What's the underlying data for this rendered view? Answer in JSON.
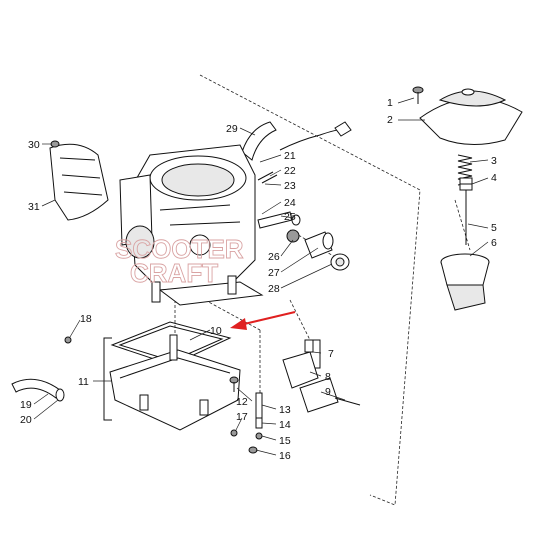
{
  "diagram": {
    "callouts": [
      {
        "id": "1",
        "label": "1"
      },
      {
        "id": "2",
        "label": "2"
      },
      {
        "id": "3",
        "label": "3"
      },
      {
        "id": "4",
        "label": "4"
      },
      {
        "id": "5",
        "label": "5"
      },
      {
        "id": "6",
        "label": "6"
      },
      {
        "id": "7",
        "label": "7"
      },
      {
        "id": "8",
        "label": "8"
      },
      {
        "id": "9",
        "label": "9"
      },
      {
        "id": "10",
        "label": "10"
      },
      {
        "id": "11",
        "label": "11"
      },
      {
        "id": "12",
        "label": "12"
      },
      {
        "id": "13",
        "label": "13"
      },
      {
        "id": "14",
        "label": "14"
      },
      {
        "id": "15",
        "label": "15"
      },
      {
        "id": "16",
        "label": "16"
      },
      {
        "id": "17",
        "label": "17"
      },
      {
        "id": "18",
        "label": "18"
      },
      {
        "id": "19",
        "label": "19"
      },
      {
        "id": "20",
        "label": "20"
      },
      {
        "id": "21",
        "label": "21"
      },
      {
        "id": "22",
        "label": "22"
      },
      {
        "id": "23",
        "label": "23"
      },
      {
        "id": "24",
        "label": "24"
      },
      {
        "id": "25",
        "label": "25"
      },
      {
        "id": "26",
        "label": "26"
      },
      {
        "id": "27",
        "label": "27"
      },
      {
        "id": "28",
        "label": "28"
      },
      {
        "id": "29",
        "label": "29"
      },
      {
        "id": "30",
        "label": "30"
      },
      {
        "id": "31",
        "label": "31"
      }
    ],
    "watermark": {
      "line1": "SCOOTER",
      "line2": "CRAFT"
    },
    "colors": {
      "line": "#111111",
      "highlight_arrow": "#e02020",
      "watermark": "#d9a3a3"
    }
  }
}
